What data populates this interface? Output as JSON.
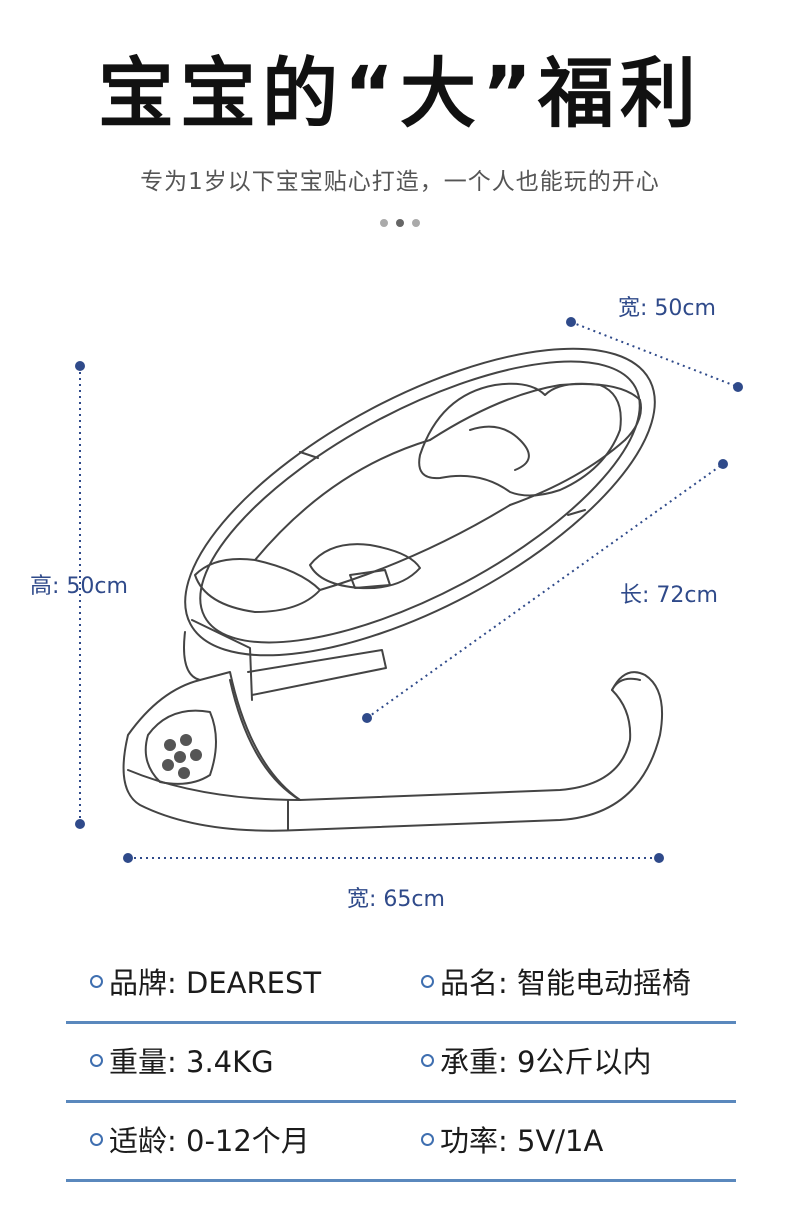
{
  "header": {
    "title": "宝宝的“大”福利",
    "subtitle": "专为1岁以下宝宝贴心打造，一个人也能玩的开心",
    "carousel_dots": 3,
    "active_dot": 1
  },
  "dimensions": {
    "width_top": "宽: 50cm",
    "height": "高: 50cm",
    "length": "长: 72cm",
    "width_bottom": "宽: 65cm"
  },
  "specs": [
    {
      "left": "品牌: DEAREST",
      "right": "品名: 智能电动摇椅"
    },
    {
      "left": "重量: 3.4KG",
      "right": "承重: 9公斤以内"
    },
    {
      "left": "适龄: 0-12个月",
      "right": "功率: 5V/1A"
    }
  ],
  "colors": {
    "accent": "#2f4a8a",
    "divider": "#5a88bd",
    "bullet": "#3f6fb0"
  }
}
